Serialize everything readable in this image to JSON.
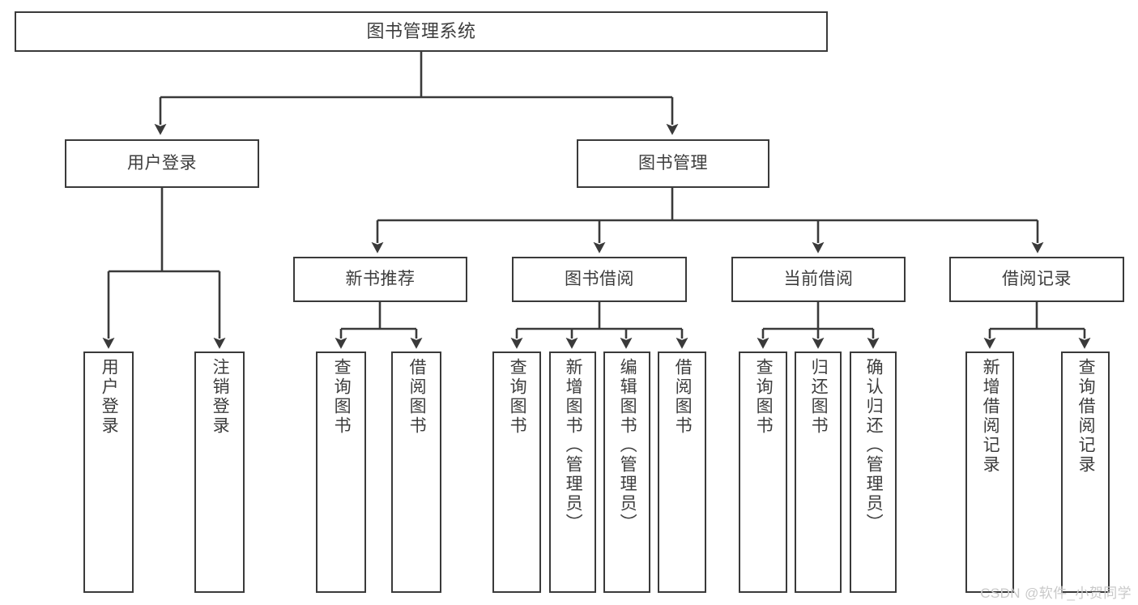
{
  "diagram": {
    "title": "图书管理系统",
    "type": "tree",
    "root": {
      "label": "图书管理系统"
    },
    "level2": [
      {
        "label": "用户登录"
      },
      {
        "label": "图书管理"
      }
    ],
    "level3": [
      {
        "label": "新书推荐"
      },
      {
        "label": "图书借阅"
      },
      {
        "label": "当前借阅"
      },
      {
        "label": "借阅记录"
      }
    ],
    "leaves": {
      "user_login": [
        {
          "label": "用户登录"
        },
        {
          "label": "注销登录"
        }
      ],
      "new_book": [
        {
          "label": "查询图书"
        },
        {
          "label": "借阅图书"
        }
      ],
      "book_borrow": [
        {
          "label": "查询图书"
        },
        {
          "label": "新增图书（管理员）"
        },
        {
          "label": "编辑图书（管理员）"
        },
        {
          "label": "借阅图书"
        }
      ],
      "current_borrow": [
        {
          "label": "查询图书"
        },
        {
          "label": "归还图书"
        },
        {
          "label": "确认归还（管理员）"
        }
      ],
      "borrow_record": [
        {
          "label": "新增借阅记录"
        },
        {
          "label": "查询借阅记录"
        }
      ]
    }
  },
  "watermark": {
    "text": "CSDN @软件_小贺同学"
  },
  "colors": {
    "stroke": "#3a3a3a",
    "text": "#3d3d3d",
    "background": "#ffffff",
    "watermark": "#c9c9c9"
  }
}
